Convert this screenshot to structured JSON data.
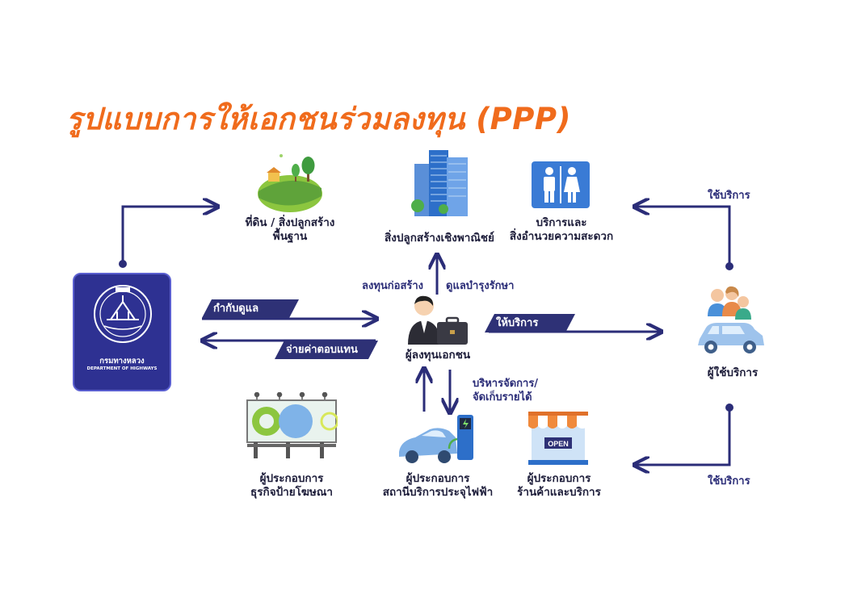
{
  "title": "รูปแบบการให้เอกชนร่วมลงทุน (PPP)",
  "doh": {
    "name_th": "กรมทางหลวง",
    "name_en": "DEPARTMENT OF HIGHWAYS"
  },
  "assets": {
    "land": [
      "ที่ดิน / สิ่งปลูกสร้าง",
      "พื้นฐาน"
    ],
    "commercial": [
      "สิ่งปลูกสร้างเชิงพาณิชย์"
    ],
    "facilities": [
      "บริการและ",
      "สิ่งอำนวยความสะดวก"
    ]
  },
  "investor": "ผู้ลงทุนเอกชน",
  "users": "ผู้ใช้บริการ",
  "operators": {
    "advertising": [
      "ผู้ประกอบการ",
      "ธุรกิจป้ายโฆษณา"
    ],
    "ev": [
      "ผู้ประกอบการ",
      "สถานีบริการประจุไฟฟ้า"
    ],
    "shop": [
      "ผู้ประกอบการ",
      "ร้านค้าและบริการ"
    ]
  },
  "flows": {
    "regulate": "กำกับดูแล",
    "pay_back": "จ่ายค่าตอบแทน",
    "invest_build": "ลงทุนก่อสร้าง",
    "maintain": "ดูแลบำรุงรักษา",
    "provide_service": "ให้บริการ",
    "manage_revenue": [
      "บริหารจัดการ/",
      "จัดเก็บรายได้"
    ],
    "use_service_top": "ใช้บริการ",
    "use_service_bottom": "ใช้บริการ"
  },
  "shop_sign": "OPEN",
  "colors": {
    "title": "#f06b1c",
    "navy": "#2e3176",
    "doh_blue": "#2e3192",
    "text": "#1d1d3a"
  }
}
